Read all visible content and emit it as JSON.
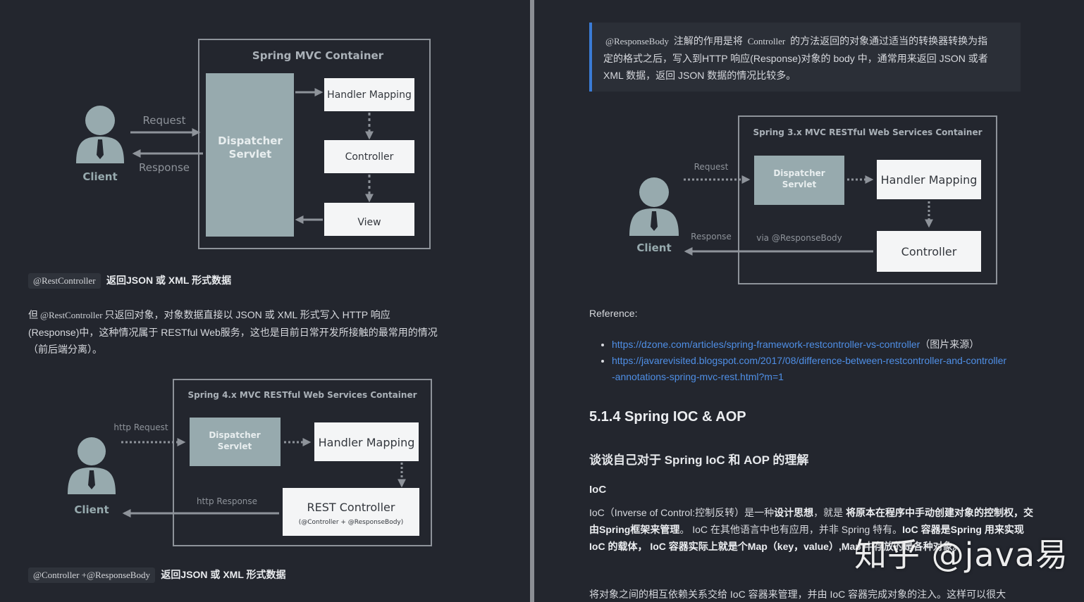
{
  "left": {
    "diagram1": {
      "container_title": "Spring MVC Container",
      "dispatcher_line1": "Dispatcher",
      "dispatcher_line2": "Servlet",
      "handler_mapping": "Handler Mapping",
      "controller": "Controller",
      "view": "View",
      "request": "Request",
      "response": "Response",
      "client": "Client"
    },
    "section1": {
      "code_tag": "@RestController",
      "title": "返回JSON 或 XML 形式数据",
      "para_prefix": "但",
      "para_code": "@RestController",
      "para_line1": "只返回对象，对象数据直接以 JSON 或 XML 形式写入 HTTP 响应",
      "para_line2": "(Response)中，这种情况属于 RESTful Web服务，这也是目前日常开发所接触的最常用的情况",
      "para_line3": "（前后端分离）。"
    },
    "diagram2": {
      "container_title": "Spring 4.x MVC RESTful Web Services Container",
      "dispatcher_line1": "Dispatcher",
      "dispatcher_line2": "Servlet",
      "handler_mapping": "Handler Mapping",
      "rest_controller": "REST Controller",
      "rest_controller_sub": "(@Controller + @ResponseBody)",
      "request": "http Request",
      "response": "http Response",
      "client": "Client"
    },
    "section2": {
      "code_tag": "@Controller +@ResponseBody",
      "title": "返回JSON 或 XML 形式数据"
    }
  },
  "right": {
    "blockquote": {
      "code1": "@ResponseBody",
      "text1": "注解的作用是将",
      "code2": "Controller",
      "text2": "的方法返回的对象通过适当的转换器转换为指",
      "line2": "定的格式之后，写入到HTTP 响应(Response)对象的 body 中，通常用来返回 JSON 或者",
      "line3": "XML 数据，返回 JSON 数据的情况比较多。"
    },
    "diagram3": {
      "container_title": "Spring 3.x MVC RESTful Web Services Container",
      "dispatcher_line1": "Dispatcher",
      "dispatcher_line2": "Servlet",
      "handler_mapping": "Handler Mapping",
      "controller": "Controller",
      "request": "Request",
      "response": "Response",
      "via": "via @ResponseBody",
      "client": "Client"
    },
    "reference_label": "Reference:",
    "refs": [
      {
        "url": "https://dzone.com/articles/spring-framework-restcontroller-vs-controller",
        "suffix": "（图片来源）"
      },
      {
        "url_line1": "https://javarevisited.blogspot.com/2017/08/difference-between-restcontroller-and-controller",
        "url_line2": "-annotations-spring-mvc-rest.html?m=1"
      }
    ],
    "heading_514": "5.1.4 Spring IOC & AOP",
    "heading_question": "谈谈自己对于 Spring IoC 和 AOP 的理解",
    "heading_ioc": "IoC",
    "ioc_para": {
      "t1": "IoC（Inverse of Control:控制反转）是一种",
      "b1": "设计思想",
      "t2": "，就是 ",
      "b2": "将原本在程序中手动创建对象的控制",
      "b3": "权，交由Spring框架来管理",
      "t3": "。 IoC 在其他语言中也有应用，并非 Spring 特有。",
      "b4": "IoC 容器是",
      "b5": "Spring 用来实现 IoC 的载体，",
      "t4": "  ",
      "b6": "IoC 容器实际上就是个Map（key，value）,Map 中存放的是各",
      "b7": "种对象。"
    },
    "last_line": "将对象之间的相互依赖关系交给 IoC 容器来管理，并由 IoC 容器完成对象的注入。这样可以很大"
  },
  "watermark": "知乎 @java易"
}
